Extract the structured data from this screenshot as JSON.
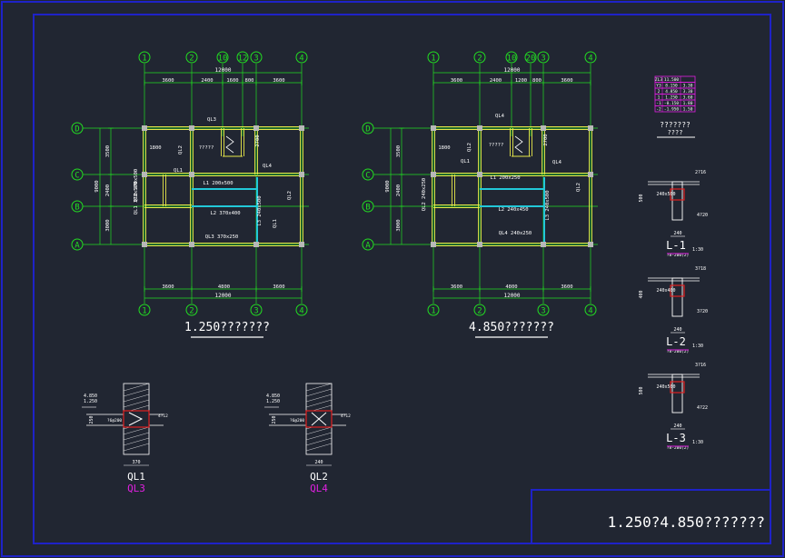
{
  "colors": {
    "background": "#212632",
    "frame_blue": "#1e22c8",
    "grid_green": "#22dd22",
    "wall_yellow": "#e8e84a",
    "white": "#ffffff",
    "beam_cyan": "#22c8d8",
    "magenta": "#e020e0",
    "red": "#e02020"
  },
  "plan1": {
    "title": "1.250???????",
    "top_axes": [
      "1",
      "2",
      "10",
      "12",
      "3",
      "4"
    ],
    "bottom_axes": [
      "1",
      "2",
      "3",
      "4"
    ],
    "left_axes": [
      "D",
      "C",
      "B",
      "A"
    ],
    "overall_dim_top": "12000",
    "overall_dim_bottom": "12000",
    "dims_top": [
      "3600",
      "2400",
      "1600",
      "800",
      "3600"
    ],
    "dims_bottom": [
      "3600",
      "4800",
      "3600"
    ],
    "dims_left": [
      "3500",
      "2400",
      "3000"
    ],
    "dim_left_total": "9000",
    "labels": [
      "QL3",
      "QL2",
      "QL1",
      "QL4",
      "QL2 370x500",
      "QL1 370x500",
      "?????",
      "L1 200x500",
      "L2 370x400",
      "L3 240x500",
      "QL3 370x250",
      "QL2",
      "1800",
      "QL1",
      "2700"
    ]
  },
  "plan2": {
    "title": "4.850???????",
    "top_axes": [
      "1",
      "2",
      "10",
      "20",
      "3",
      "4"
    ],
    "bottom_axes": [
      "1",
      "2",
      "3",
      "4"
    ],
    "left_axes": [
      "D",
      "C",
      "B",
      "A"
    ],
    "overall_dim_top": "12000",
    "overall_dim_bottom": "12000",
    "dims_top": [
      "3600",
      "2400",
      "1200",
      "800",
      "3600"
    ],
    "dims_bottom": [
      "3600",
      "4800",
      "3600"
    ],
    "dims_left": [
      "3500",
      "2400",
      "3000"
    ],
    "dim_left_total": "9000",
    "labels": [
      "QL4",
      "QL2",
      "QL1",
      "QL4",
      "QL2 240x250",
      "?????",
      "L1 200x250",
      "L2 240x450",
      "L3 240x500",
      "QL4 240x250",
      "QL2",
      "1800",
      "2700"
    ]
  },
  "table": {
    "rows": [
      [
        "ZL3",
        "11.500",
        ""
      ],
      [
        "Y3",
        "8.150",
        "3.30"
      ],
      [
        "2",
        "4.850",
        "3.30"
      ],
      [
        "1",
        "1.250",
        "3.60"
      ],
      [
        "-1",
        "-0.150",
        "1.80"
      ],
      [
        "-2",
        "-1.950",
        "1.50"
      ]
    ],
    "caption": "???????",
    "subcaption": "????"
  },
  "beams": [
    {
      "name": "L-1",
      "scale": "1:30",
      "top_rebar": "2?16",
      "bottom_rebar": "4?20",
      "size": "240x500",
      "width": "240",
      "height": "500",
      "stirrup": "?8-200(2)"
    },
    {
      "name": "L-2",
      "scale": "1:30",
      "top_rebar": "3?18",
      "bottom_rebar": "3?20",
      "size": "240x400",
      "width": "240",
      "height": "400",
      "stirrup": "?8-200(2)"
    },
    {
      "name": "L-3",
      "scale": "1:30",
      "top_rebar": "3?16",
      "bottom_rebar": "4?22",
      "size": "240x500",
      "width": "240",
      "height": "500",
      "stirrup": "?8-200(2)"
    }
  ],
  "ring_beams": [
    {
      "name": "QL1",
      "alt": "QL3",
      "elev1": "4.850",
      "elev2": "1.250",
      "size": "370",
      "height": "250",
      "rebar": "4?12",
      "stirrup": "?6@200"
    },
    {
      "name": "QL2",
      "alt": "QL4",
      "elev1": "4.850",
      "elev2": "1.250",
      "size": "240",
      "height": "250",
      "rebar": "4?12",
      "stirrup": "?6@200"
    }
  ],
  "title_block": {
    "title": "1.250?4.850???????"
  }
}
